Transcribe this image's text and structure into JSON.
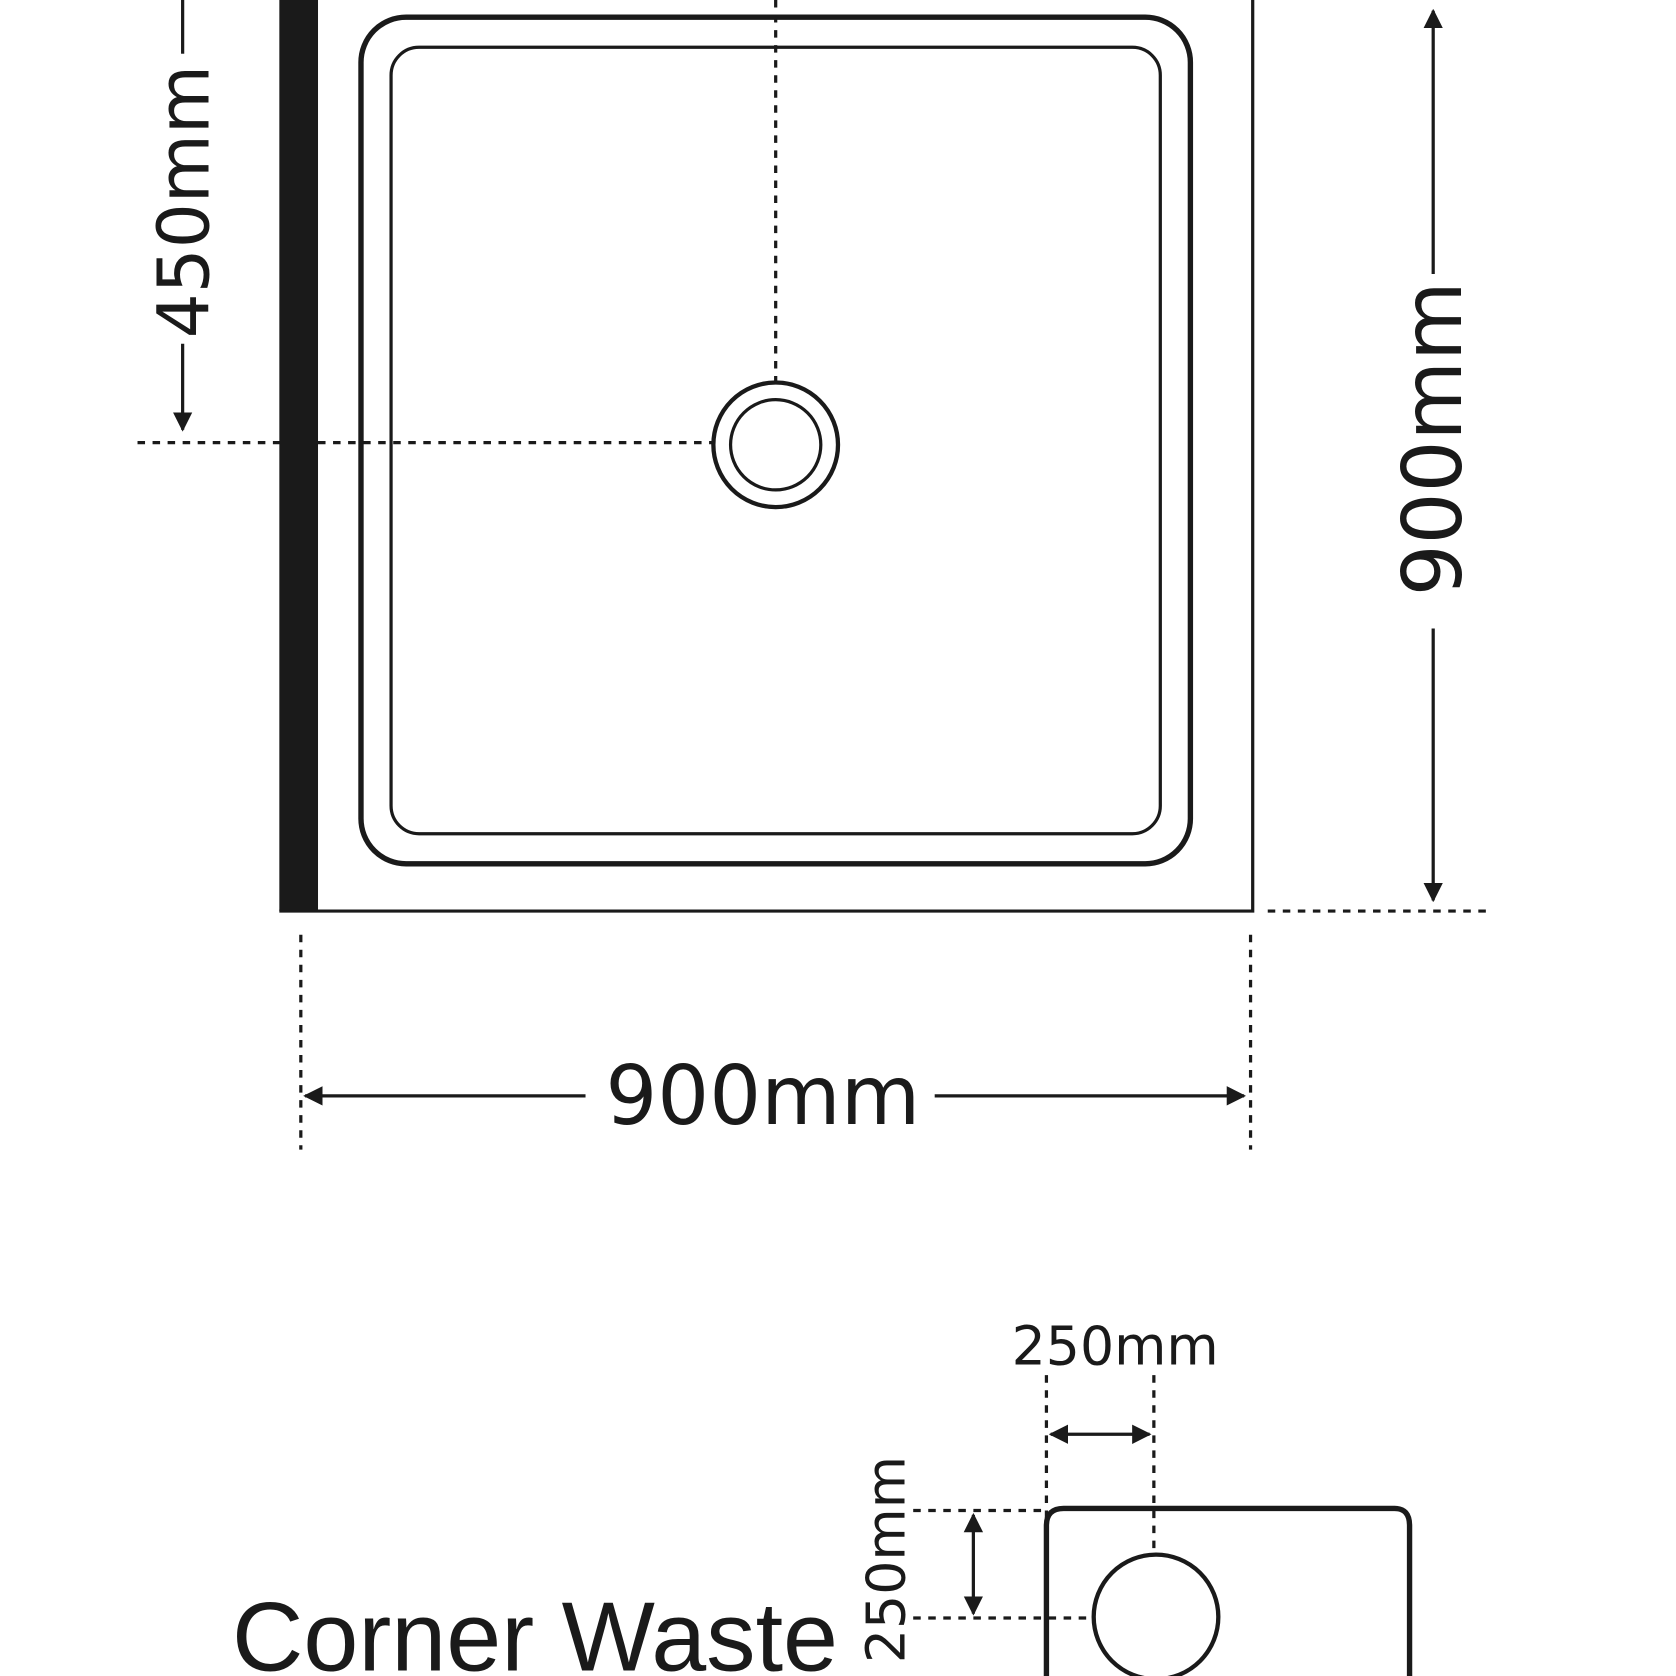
{
  "main_plan": {
    "width_label": "900mm",
    "depth_label": "900mm",
    "waste_offset_label": "450mm"
  },
  "corner_waste": {
    "title": "Corner Waste",
    "offset_x_label": "250mm",
    "offset_y_label": "250mm"
  },
  "colors": {
    "line": "#1a1a1a",
    "background": "#ffffff"
  }
}
